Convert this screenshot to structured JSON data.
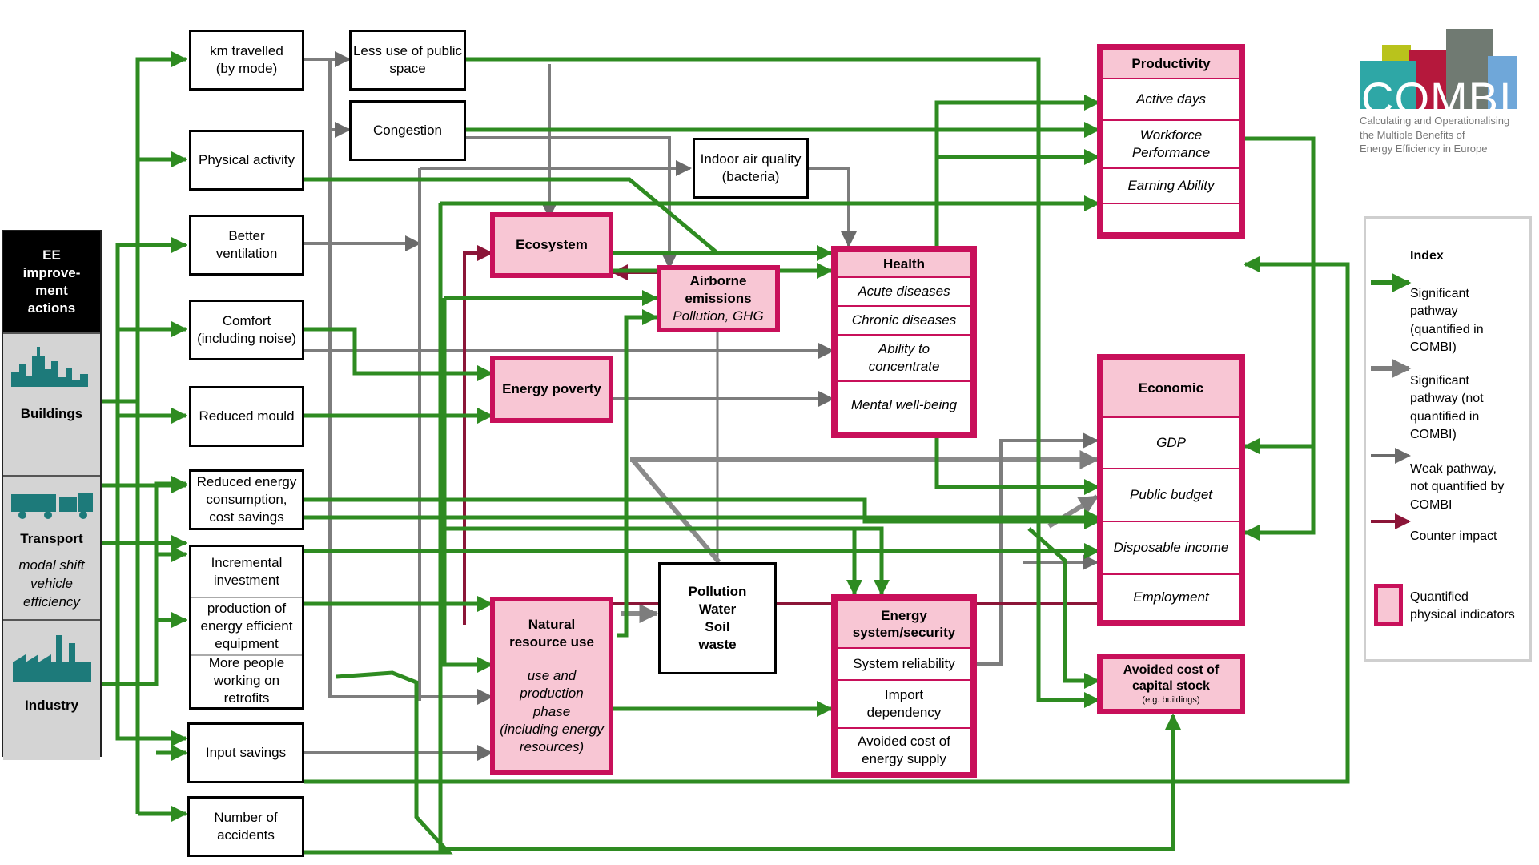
{
  "colors": {
    "significant": "#2e8b21",
    "significant_not_quantified": "#7d7d7d",
    "weak": "#6b6b6b",
    "counter": "#8b1538",
    "quantified_border": "#c8105a",
    "quantified_fill": "#f8c6d4"
  },
  "actions": {
    "header": "EE\nimprove-\nment\nactions",
    "buildings": {
      "label": "Buildings",
      "icon": "city-skyline-icon"
    },
    "transport": {
      "label": "Transport",
      "sub": "modal shift\nvehicle\nefficiency",
      "icon": "truck-icon"
    },
    "industry": {
      "label": "Industry",
      "icon": "factory-icon"
    }
  },
  "drivers": {
    "km_travelled": "km travelled\n(by mode)",
    "physical_activity": "Physical activity",
    "better_ventilation": "Better\nventilation",
    "comfort": "Comfort\n(including noise)",
    "reduced_mould": "Reduced mould",
    "reduced_energy": "Reduced energy\nconsumption,\ncost savings",
    "incremental_investment": "Incremental\ninvestment",
    "production_equipment": "production of\nenergy efficient\nequipment",
    "more_people": "More people\nworking on\nretrofits",
    "input_savings": "Input savings",
    "accidents": "Number of\naccidents"
  },
  "middle": {
    "public_space": "Less use of public\nspace",
    "congestion": "Congestion",
    "indoor_air": "Indoor air quality\n(bacteria)",
    "pollution": "Pollution\nWater\nSoil\nwaste"
  },
  "indicators": {
    "ecosystem": "Ecosystem",
    "airborne": {
      "title": "Airborne\nemissions",
      "sub": "Pollution, GHG"
    },
    "energy_poverty": "Energy poverty",
    "natural_resource": {
      "title": "Natural\nresource use",
      "sub": "use and\nproduction\nphase\n(including energy\nresources)"
    }
  },
  "health": {
    "title": "Health",
    "rows": [
      "Acute diseases",
      "Chronic diseases",
      "Ability to\nconcentrate",
      "Mental well-being"
    ]
  },
  "energy_system": {
    "title": "Energy\nsystem/security",
    "rows": [
      "System reliability",
      "Import\ndependency",
      "Avoided cost of\nenergy supply"
    ]
  },
  "productivity": {
    "title": "Productivity",
    "rows": [
      "Active days",
      "Workforce\nPerformance",
      "Earning Ability",
      ""
    ]
  },
  "economic": {
    "title": "Economic",
    "rows": [
      "GDP",
      "Public budget",
      "Disposable income",
      "Employment"
    ]
  },
  "capital_stock": {
    "title": "Avoided cost of\ncapital stock",
    "sub": "(e.g. buildings)"
  },
  "legend": {
    "title": "Index",
    "items": [
      "Significant\npathway\n(quantified in\nCOMBI)",
      "Significant\npathway (not\nquantified in\nCOMBI)",
      "Weak pathway,\nnot quantified by\nCOMBI",
      "Counter impact",
      "Quantified\nphysical indicators"
    ]
  },
  "logo": {
    "name": "COMBI",
    "tagline": "Calculating and Operationalising\nthe Multiple Benefits of\nEnergy Efficiency in Europe"
  }
}
